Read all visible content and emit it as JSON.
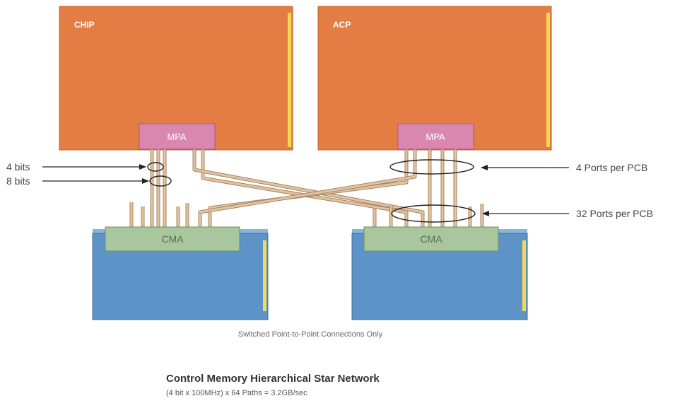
{
  "colors": {
    "chip_fill": "#e47d43",
    "chip_edge": "#c75e2a",
    "chip_top": "#f09a68",
    "chip_accent": "#f3da55",
    "mpa_fill": "#d987ae",
    "mpa_edge": "#a65a82",
    "cma_fill": "#a9c79c",
    "cma_edge": "#6f8c63",
    "board_fill": "#5d93c7",
    "board_edge": "#3f6e9d",
    "board_top": "#8bb5de",
    "board_accent": "#f3da55",
    "wire_fill": "#e2c4a2",
    "wire_edge": "#a6845f",
    "text": "#444444",
    "caption": "#666666"
  },
  "blocks": {
    "chip_left_label": "CHIP",
    "chip_right_label": "ACP",
    "mpa_label": "MPA",
    "cma_label": "CMA"
  },
  "annotations": {
    "bits4": "4 bits",
    "bits8": "8 bits",
    "ports4": "4 Ports per PCB",
    "ports32": "32 Ports per PCB",
    "switched": "Switched Point-to-Point Connections Only"
  },
  "caption": {
    "title": "Control Memory Hierarchical Star Network",
    "formula": "(4 bit x 100MHz) x 64 Paths = 3.2GB/sec"
  }
}
